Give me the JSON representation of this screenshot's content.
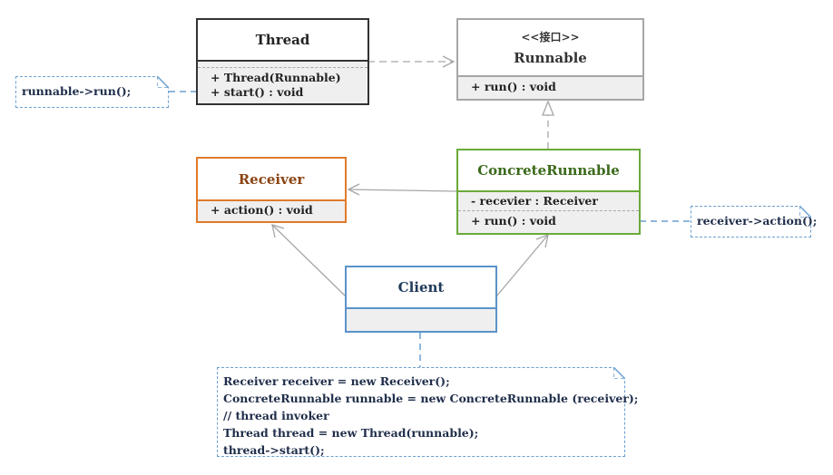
{
  "classes": {
    "thread": {
      "name": "Thread",
      "members": [
        "+ Thread(Runnable)",
        "+ start() : void"
      ],
      "color": "#333333"
    },
    "runnable": {
      "stereotype": "<<接口>>",
      "name": "Runnable",
      "members": [
        "+ run() : void"
      ],
      "color": "#a6a6a6"
    },
    "receiver": {
      "name": "Receiver",
      "members": [
        "+ action() : void"
      ],
      "color": "#e07b2b",
      "name_color": "#8b4513"
    },
    "concrete_runnable": {
      "name": "ConcreteRunnable",
      "fields": [
        "- recevier : Receiver"
      ],
      "members": [
        "+ run() : void"
      ],
      "color": "#6aaa3a",
      "name_color": "#3a6a1a"
    },
    "client": {
      "name": "Client",
      "color": "#5b93c9",
      "name_color": "#1f3a5a"
    }
  },
  "notes": {
    "thread_note": [
      "runnable->run();"
    ],
    "concrete_note": [
      "receiver->action();"
    ],
    "client_note": [
      "Receiver receiver = new Receiver();",
      "ConcreteRunnable runnable = new ConcreteRunnable (receiver);",
      "// thread invoker",
      "Thread thread = new Thread(runnable);",
      "thread->start();"
    ]
  },
  "colors": {
    "arrow": "#a6a6a6",
    "note_border": "#6a9fd0"
  }
}
